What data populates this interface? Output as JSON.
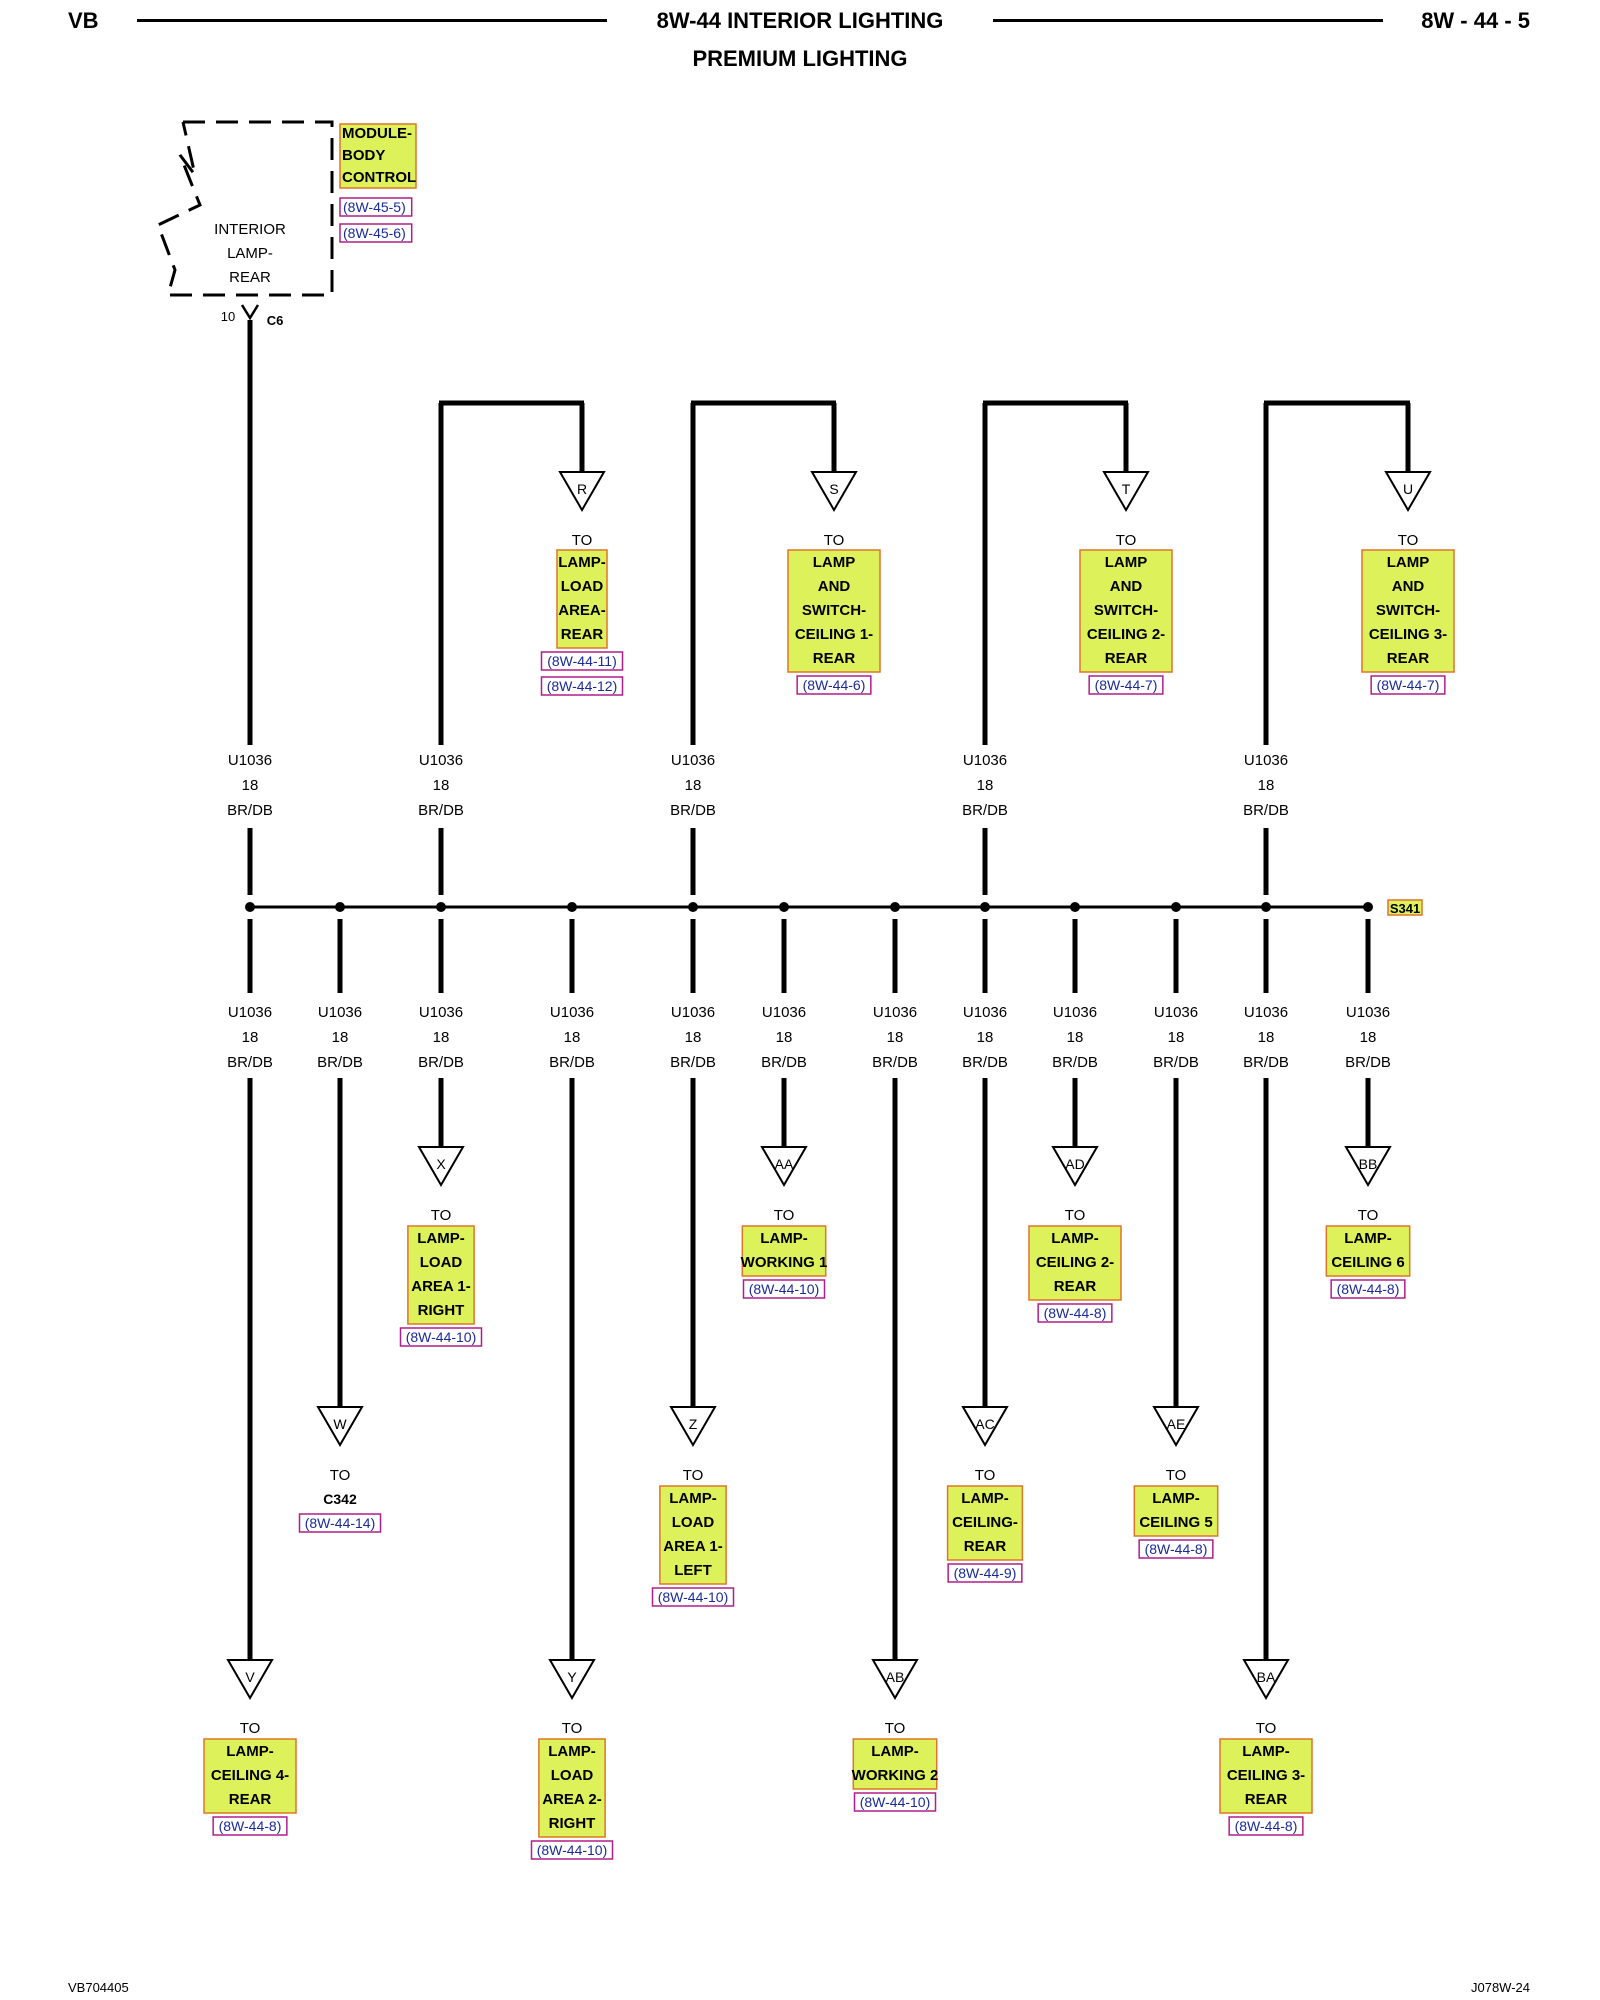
{
  "header": {
    "left": "VB",
    "title": "8W-44 INTERIOR LIGHTING",
    "subtitle": "PREMIUM LIGHTING",
    "page": "8W - 44 - 5"
  },
  "footer": {
    "left": "VB704405",
    "right": "J078W-24"
  },
  "module": {
    "name": [
      "MODULE-",
      "BODY",
      "CONTROL"
    ],
    "refs": [
      "(8W-45-5)",
      "(8W-45-6)"
    ],
    "inner": [
      "INTERIOR",
      "LAMP-",
      "REAR"
    ],
    "pin": "10",
    "connector": "C6"
  },
  "splice": "S341",
  "wire": {
    "code": "U1036",
    "gauge": "18",
    "color": "BR/DB"
  },
  "to_label": "TO",
  "top_branches": [
    {
      "letter": "R",
      "name": [
        "LAMP-",
        "LOAD",
        "AREA-",
        "REAR"
      ],
      "refs": [
        "(8W-44-11)",
        "(8W-44-12)"
      ]
    },
    {
      "letter": "S",
      "name": [
        "LAMP",
        "AND",
        "SWITCH-",
        "CEILING 1-",
        "REAR"
      ],
      "refs": [
        "(8W-44-6)"
      ]
    },
    {
      "letter": "T",
      "name": [
        "LAMP",
        "AND",
        "SWITCH-",
        "CEILING 2-",
        "REAR"
      ],
      "refs": [
        "(8W-44-7)"
      ]
    },
    {
      "letter": "U",
      "name": [
        "LAMP",
        "AND",
        "SWITCH-",
        "CEILING 3-",
        "REAR"
      ],
      "refs": [
        "(8W-44-7)"
      ]
    }
  ],
  "bottom_branches": [
    {
      "letter": "V",
      "name": [
        "LAMP-",
        "CEILING 4-",
        "REAR"
      ],
      "refs": [
        "(8W-44-8)"
      ]
    },
    {
      "letter": "W",
      "name": [
        "C342"
      ],
      "refs": [
        "(8W-44-14)"
      ]
    },
    {
      "letter": "X",
      "name": [
        "LAMP-",
        "LOAD",
        "AREA 1-",
        "RIGHT"
      ],
      "refs": [
        "(8W-44-10)"
      ]
    },
    {
      "letter": "Y",
      "name": [
        "LAMP-",
        "LOAD",
        "AREA 2-",
        "RIGHT"
      ],
      "refs": [
        "(8W-44-10)"
      ]
    },
    {
      "letter": "Z",
      "name": [
        "LAMP-",
        "LOAD",
        "AREA 1-",
        "LEFT"
      ],
      "refs": [
        "(8W-44-10)"
      ]
    },
    {
      "letter": "AA",
      "name": [
        "LAMP-",
        "WORKING 1"
      ],
      "refs": [
        "(8W-44-10)"
      ]
    },
    {
      "letter": "AB",
      "name": [
        "LAMP-",
        "WORKING 2"
      ],
      "refs": [
        "(8W-44-10)"
      ]
    },
    {
      "letter": "AC",
      "name": [
        "LAMP-",
        "CEILING-",
        "REAR"
      ],
      "refs": [
        "(8W-44-9)"
      ]
    },
    {
      "letter": "AD",
      "name": [
        "LAMP-",
        "CEILING 2-",
        "REAR"
      ],
      "refs": [
        "(8W-44-8)"
      ]
    },
    {
      "letter": "AE",
      "name": [
        "LAMP-",
        "CEILING 5"
      ],
      "refs": [
        "(8W-44-8)"
      ]
    },
    {
      "letter": "BA",
      "name": [
        "LAMP-",
        "CEILING 3-",
        "REAR"
      ],
      "refs": [
        "(8W-44-8)"
      ]
    },
    {
      "letter": "BB",
      "name": [
        "LAMP-",
        "CEILING 6"
      ],
      "refs": [
        "(8W-44-8)"
      ]
    }
  ],
  "colors": {
    "highlight": "#ddf25a",
    "highlight_border": "#e0742a",
    "ref_border": "#b01e8c",
    "ref_text": "#1a2a9a",
    "wire": "#000000"
  }
}
